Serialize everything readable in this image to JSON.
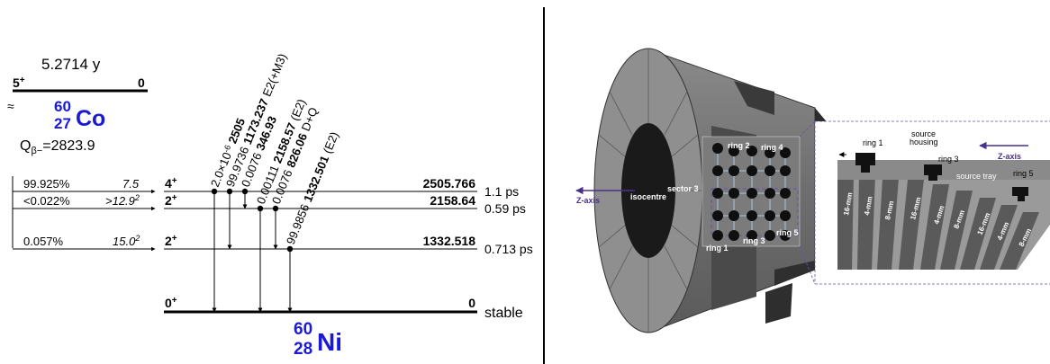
{
  "decay_scheme": {
    "parent": {
      "half_life": "5.2714 y",
      "spin": "5",
      "spin_parity": "+",
      "level_energy": "0",
      "mass_number": "60",
      "atomic_number": "27",
      "symbol": "Co",
      "q_label": "Q",
      "q_sub": "β−",
      "q_value": "=2823.9"
    },
    "levels": [
      {
        "branch": "99.925%",
        "logft": "7.5",
        "logft_sup": "",
        "spin": "4",
        "parity": "+",
        "energy": "2505.766",
        "lifetime": "1.1 ps"
      },
      {
        "branch": "<0.022%",
        "logft": ">12.9",
        "logft_sup": "2",
        "spin": "2",
        "parity": "+",
        "energy": "2158.64",
        "lifetime": "0.59 ps"
      },
      {
        "branch": "0.057%",
        "logft": "15.0",
        "logft_sup": "2",
        "spin": "2",
        "parity": "+",
        "energy": "1332.518",
        "lifetime": "0.713 ps"
      }
    ],
    "ground": {
      "spin": "0",
      "parity": "+",
      "energy": "0",
      "lifetime": "stable"
    },
    "daughter": {
      "mass_number": "60",
      "atomic_number": "28",
      "symbol": "Ni"
    },
    "gammas": [
      {
        "intensity": "2.0×10",
        "intensity_sup": "-6",
        "energy": "2505",
        "mult": ""
      },
      {
        "intensity": "99.9736",
        "intensity_sup": "",
        "energy": "1173.237",
        "mult": "E2(+M3)"
      },
      {
        "intensity": "0.0076",
        "intensity_sup": "",
        "energy": "346.93",
        "mult": ""
      },
      {
        "intensity": "0.00111",
        "intensity_sup": "",
        "energy": "2158.57",
        "mult": "(E2)"
      },
      {
        "intensity": "0.0076",
        "intensity_sup": "",
        "energy": "826.06",
        "mult": "D+Q"
      },
      {
        "intensity": "99.9856",
        "intensity_sup": "",
        "energy": "1332.501",
        "mult": "(E2)"
      }
    ]
  },
  "detector": {
    "labels": {
      "isocentre": "isocentre",
      "sector": "sector 3",
      "z_axis_left": "Z-axis",
      "z_axis_right": "Z-axis",
      "ring1": "ring 1",
      "ring2": "ring 2",
      "ring3": "ring 3",
      "ring4": "ring 4",
      "ring5": "ring 5",
      "inset_ring1": "ring 1",
      "inset_ring3": "ring 3",
      "inset_ring5": "ring 5",
      "source_housing_1": "source",
      "source_housing_2": "housing",
      "source_tray": "source tray"
    },
    "collimators": [
      "16-mm",
      "4-mm",
      "8-mm",
      "16-mm",
      "4-mm",
      "8-mm",
      "16-mm",
      "4-mm",
      "8-mm"
    ]
  }
}
